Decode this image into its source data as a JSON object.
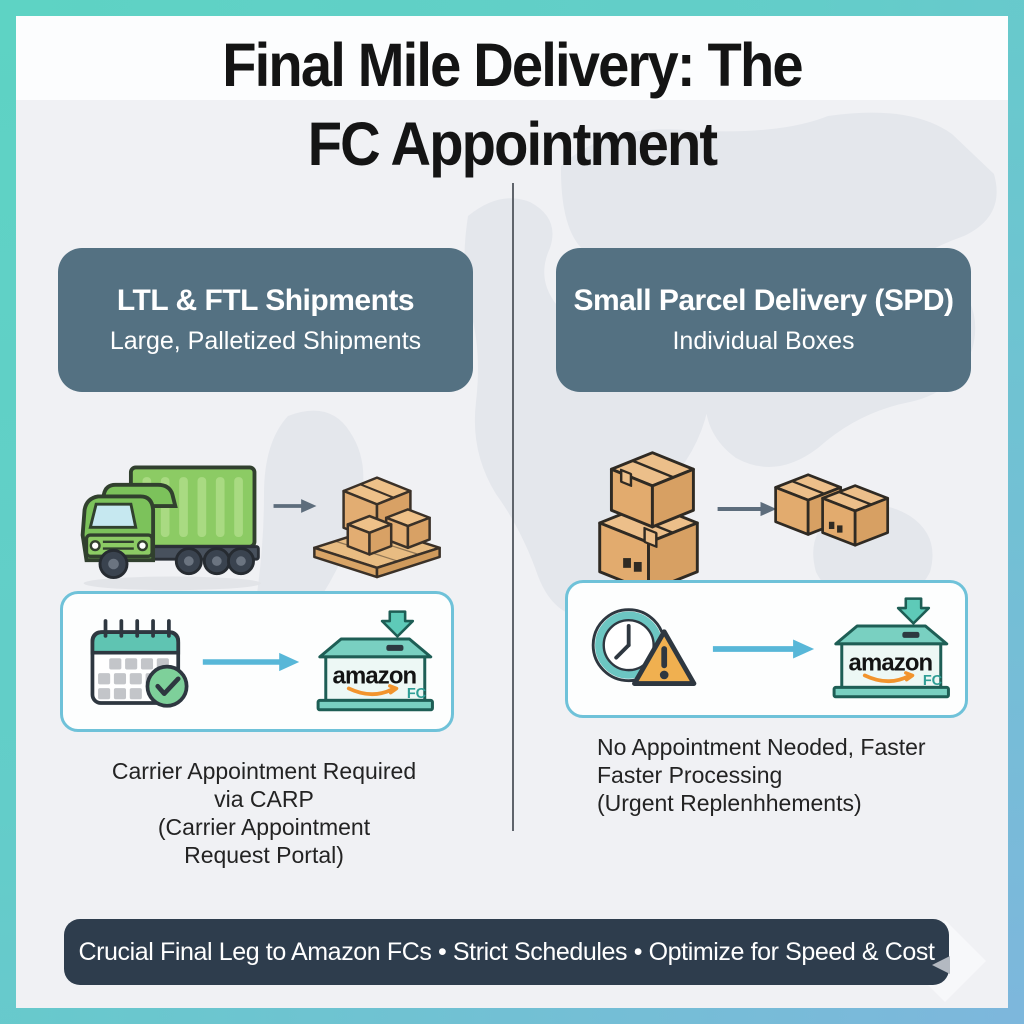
{
  "title": {
    "line1": "Final Mile Delivery: The",
    "line2": "FC Appointment"
  },
  "left_column": {
    "header": {
      "title": "LTL & FTL Shipments",
      "subtitle": "Large, Palletized Shipments"
    },
    "caption": [
      "Carrier Appointment Required",
      "via CARP",
      "(Carrier Appointment",
      "Request Portal)"
    ]
  },
  "right_column": {
    "header": {
      "title": "Small Parcel Delivery (SPD)",
      "subtitle": "Individual Boxes"
    },
    "caption": [
      "No Appointment Neoded, Faster",
      "Faster Processing",
      "(Urgent Replenhhements)"
    ]
  },
  "amazon_fc": {
    "brand": "amazon",
    "label": "FC"
  },
  "banner": {
    "text": "Crucial Final Leg to Amazon FCs • Strict Schedules • Optimize for Speed & Cost"
  },
  "icons": [
    "truck-icon",
    "pallet-boxes-icon",
    "stacked-boxes-icon",
    "parcel-boxes-icon",
    "arrow-right-icon",
    "calendar-check-icon",
    "clock-icon",
    "warning-icon",
    "down-arrow-icon",
    "amazon-fc-icon",
    "world-map-background"
  ],
  "colors": {
    "border_gradient_start": "#5ed3c4",
    "border_gradient_end": "#7db7dc",
    "background": "#f0f1f4",
    "title_band": "#fcfdfe",
    "header_card": "#547182",
    "process_card_border": "#6fc2d9",
    "banner_background": "#2e3d4d",
    "banner_text": "#ffffff",
    "truck_green": "#8ccb64",
    "box_tan": "#e2ab6e",
    "teal": "#5fc4b2",
    "warning_orange": "#f0b050",
    "arrow_blue": "#58b7d8",
    "arrow_gray": "#5d6d7c",
    "amazon_smile_orange": "#f2942d",
    "fc_teal": "#2f9e96",
    "text_dark": "#1c1c1c"
  }
}
